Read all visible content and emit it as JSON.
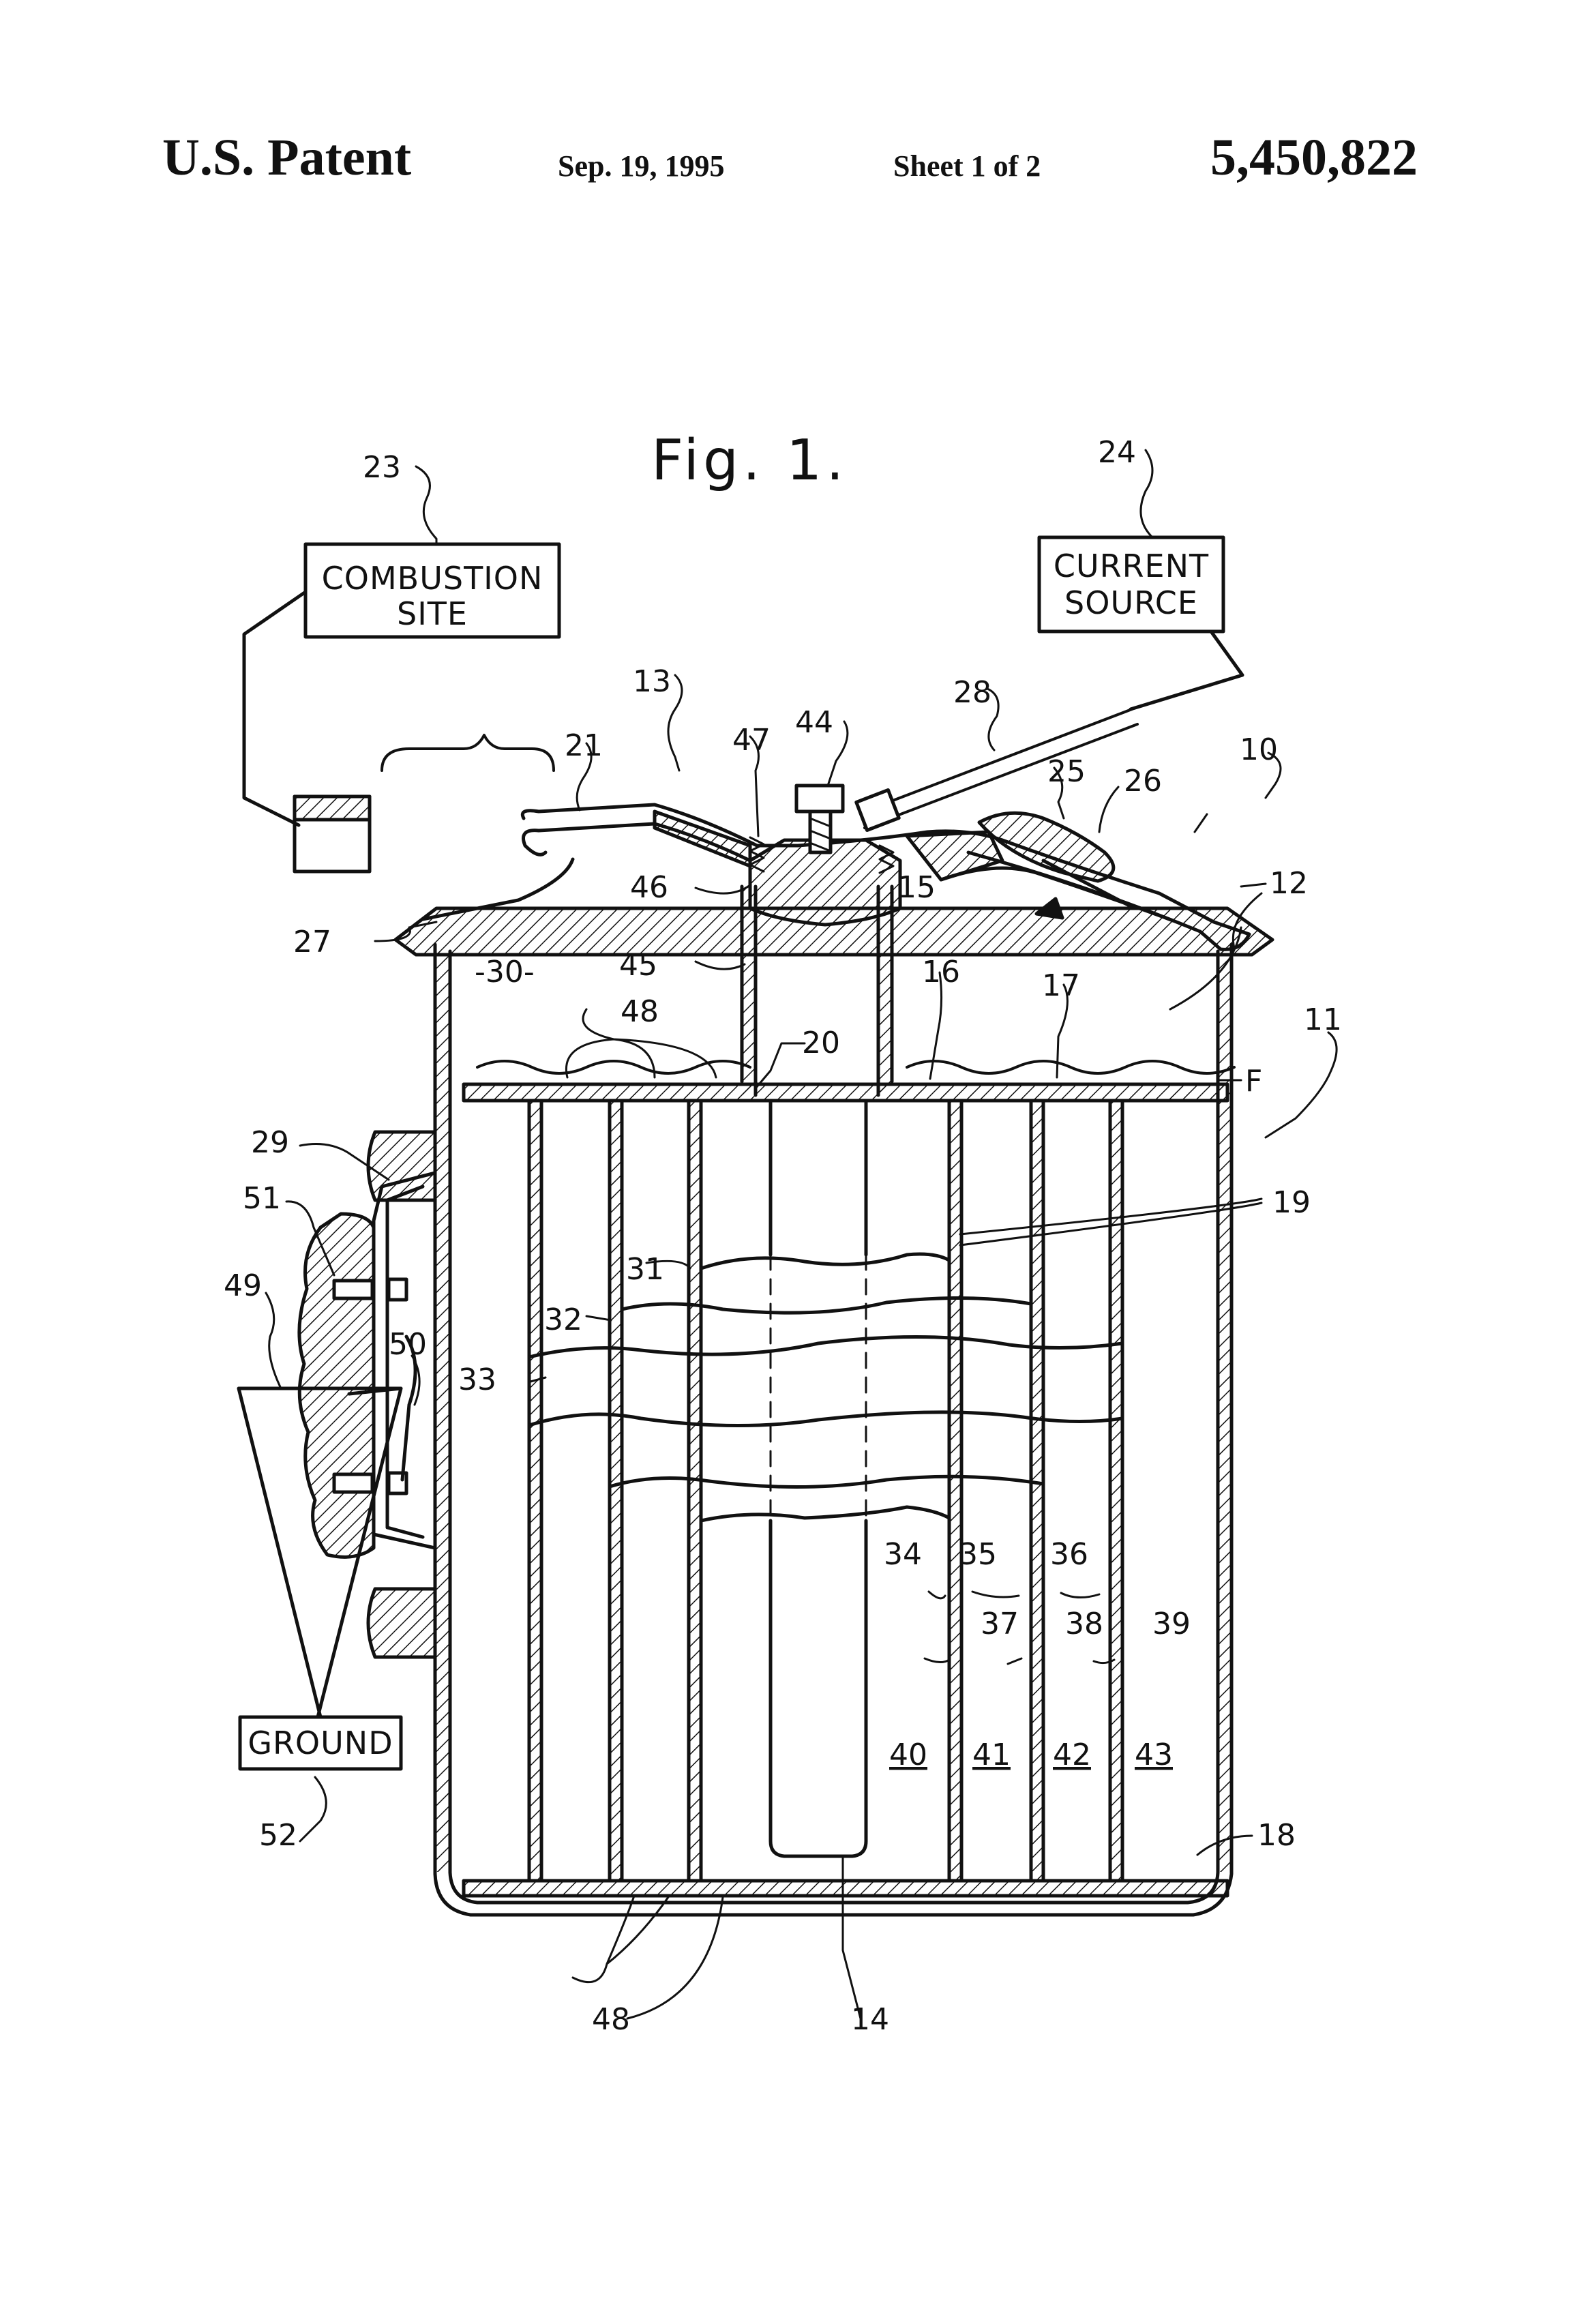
{
  "header": {
    "left": "U.S. Patent",
    "date": "Sep. 19, 1995",
    "sheet": "Sheet 1 of 2",
    "number": "5,450,822"
  },
  "figure": {
    "title": "Fig. 1.",
    "boxes": {
      "combustion_site": [
        "COMBUSTION",
        "SITE"
      ],
      "current_source": [
        "CURRENT",
        "SOURCE"
      ],
      "ground": "GROUND"
    },
    "refs": {
      "r10": "10",
      "r11": "11",
      "r12": "12",
      "r13": "13",
      "r14": "14",
      "r15": "15",
      "r16": "16",
      "r17": "17",
      "r18": "18",
      "r19": "19",
      "r20": "20",
      "r21": "21",
      "r23": "23",
      "r24": "24",
      "r25": "25",
      "r26": "26",
      "r27": "27",
      "r28": "28",
      "r29": "29",
      "r30": "-30-",
      "r31": "31",
      "r32": "32",
      "r33": "33",
      "r34": "34",
      "r35": "35",
      "r36": "36",
      "r37": "37",
      "r38": "38",
      "r39": "39",
      "r40": "40",
      "r41": "41",
      "r42": "42",
      "r43": "43",
      "r44": "44",
      "r45": "45",
      "r46": "46",
      "r47": "47",
      "r48a": "48",
      "r48b": "48",
      "r49": "49",
      "r50": "50",
      "r51": "51",
      "r52": "52",
      "rF": "F"
    }
  },
  "colors": {
    "ink": "#111111",
    "paper": "#ffffff"
  }
}
